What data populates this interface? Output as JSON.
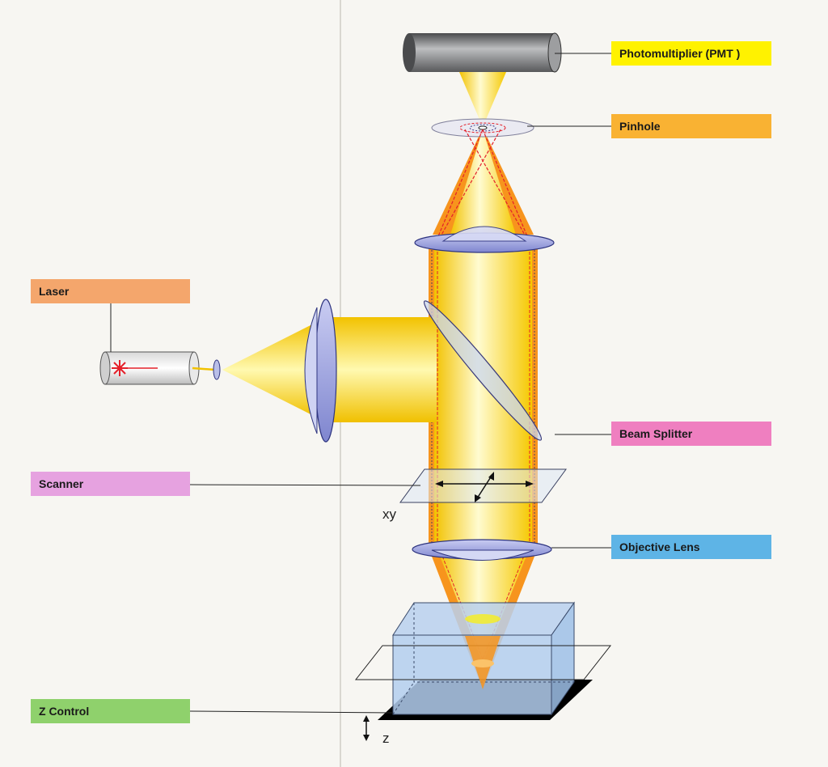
{
  "labels": {
    "photomultiplier": "Photomultiplier (PMT )",
    "pinhole": "Pinhole",
    "laser": "Laser",
    "beam_splitter": "Beam Splitter",
    "scanner": "Scanner",
    "objective_lens": "Objective Lens",
    "z_control": "Z Control"
  },
  "axis_labels": {
    "xy": "xy",
    "z": "z"
  },
  "colors": {
    "background": "#f7f6f2",
    "beam_yellow": "#fff200",
    "emission_orange": "#f7941d",
    "ray_red": "#e4202a",
    "lens_blue": "#9ca3e0",
    "specimen_blue": "#aecbef",
    "pmt_gray": "#6d6e70",
    "label_pmt": "#fff200",
    "label_pinhole": "#f9b233",
    "label_laser": "#f4a66c",
    "label_beam_splitter": "#ef7fc0",
    "label_scanner": "#e6a2e0",
    "label_objective": "#5eb4e6",
    "label_z_control": "#8fd16c"
  }
}
